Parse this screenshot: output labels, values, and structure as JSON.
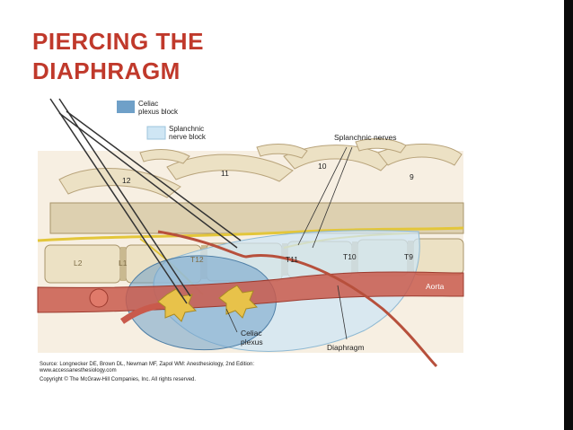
{
  "title": {
    "line1": "PIERCING THE",
    "line2": "DIAPHRAGM"
  },
  "legend": [
    {
      "line1": "Celiac",
      "line2": "plexus block",
      "color": "#6fa0c8"
    },
    {
      "line1": "Splanchnic",
      "line2": "nerve block",
      "color": "#cfe6f4"
    }
  ],
  "labels": {
    "splanchnic_nerves": "Splanchnic nerves",
    "rib_12": "12",
    "rib_11": "11",
    "rib_10": "10",
    "rib_9": "9",
    "l2": "L2",
    "l1": "L1",
    "t12": "T12",
    "t11": "T11",
    "t10": "T10",
    "t9": "T9",
    "aorta": "Aorta",
    "celiac_plexus_line1": "Celiac",
    "celiac_plexus_line2": "plexus",
    "diaphragm": "Diaphragm"
  },
  "source": {
    "line1": "Source: Longnecker DE, Brown DL, Newman MF, Zapol WM: Anesthesiology, 2nd Edition:",
    "line2": "www.accessanesthesiology.com",
    "copyright": "Copyright © The McGraw-Hill Companies, Inc. All rights reserved."
  },
  "colors": {
    "title": "#c0392b",
    "bone": "#ece1c4",
    "nerve": "#e3c63a",
    "aorta": "#c95a4c",
    "block_zone": "#a9cfe2"
  }
}
